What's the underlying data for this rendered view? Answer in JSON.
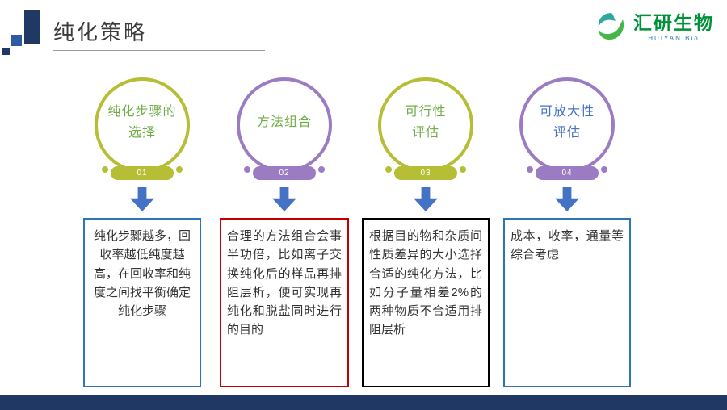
{
  "title": "纯化策略",
  "logo": {
    "name": "汇研生物",
    "subtitle": "HUIYAN Bio"
  },
  "steps": [
    {
      "num": "01",
      "line1": "纯化步骤的",
      "line2": "选择",
      "desc": "纯化步鄹越多，回收率越低纯度越高，在回收率和纯度之间找平衡确定纯化步骤"
    },
    {
      "num": "02",
      "line1": "方法组合",
      "line2": "",
      "desc": "合理的方法组合会事半功倍，比如离子交换纯化后的样品再排阻层析，便可实现再纯化和脱盐同时进行的目的"
    },
    {
      "num": "03",
      "line1": "可行性",
      "line2": "评估",
      "desc": "根据目的物和杂质间性质差异的大小选择合适的纯化方法，比如分子量相差2%的两种物质不合适用排阻层析"
    },
    {
      "num": "04",
      "line1": "可放大性",
      "line2": "评估",
      "desc": "成本，收率，通量等综合考虑"
    }
  ],
  "colors": {
    "olive": "#b5be35",
    "purple": "#9b7cc3",
    "green_text": "#70ad47",
    "blue_text": "#4472c4",
    "arrow_blue": "#4472c4",
    "box_border_blue": "#2e75b6",
    "box_border_red": "#c00000",
    "box_border_black": "#000000",
    "footer_navy": "#1f3864",
    "logo_green": "#00913a"
  }
}
